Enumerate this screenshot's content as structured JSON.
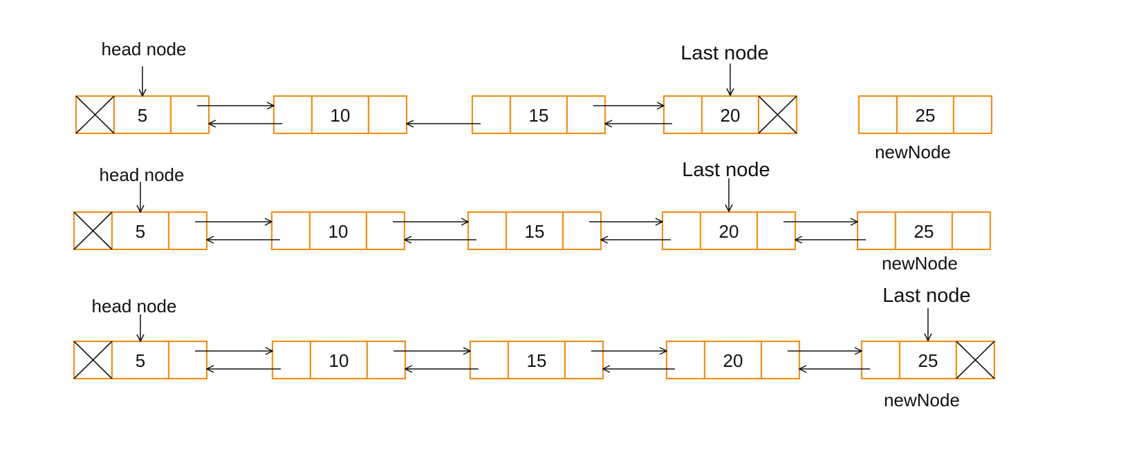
{
  "labels": {
    "head": "head node",
    "last": "Last node",
    "new": "newNode"
  },
  "colors": {
    "cell_border": "#f0901c",
    "line": "#111111",
    "background": "#ffffff"
  },
  "rows": [
    {
      "nodes": [
        {
          "value": "5",
          "prev_null": true
        },
        {
          "value": "10"
        },
        {
          "value": "15"
        },
        {
          "value": "20",
          "next_null": true
        },
        {
          "value": "25"
        }
      ],
      "links": [
        {
          "from": 0,
          "to": 1,
          "next": true,
          "prev": true
        },
        {
          "from": 1,
          "to": 2,
          "next": false,
          "prev": true
        },
        {
          "from": 2,
          "to": 3,
          "next": true,
          "prev": true
        }
      ],
      "head_index": 0,
      "last_index": 3,
      "new_index": 4
    },
    {
      "nodes": [
        {
          "value": "5",
          "prev_null": true
        },
        {
          "value": "10"
        },
        {
          "value": "15"
        },
        {
          "value": "20"
        },
        {
          "value": "25"
        }
      ],
      "links": [
        {
          "from": 0,
          "to": 1,
          "next": true,
          "prev": true
        },
        {
          "from": 1,
          "to": 2,
          "next": true,
          "prev": true
        },
        {
          "from": 2,
          "to": 3,
          "next": true,
          "prev": true
        },
        {
          "from": 3,
          "to": 4,
          "next": true,
          "prev": true
        }
      ],
      "head_index": 0,
      "last_index": 3,
      "new_index": 4
    },
    {
      "nodes": [
        {
          "value": "5",
          "prev_null": true
        },
        {
          "value": "10"
        },
        {
          "value": "15"
        },
        {
          "value": "20"
        },
        {
          "value": "25",
          "next_null": true
        }
      ],
      "links": [
        {
          "from": 0,
          "to": 1,
          "next": true,
          "prev": true
        },
        {
          "from": 1,
          "to": 2,
          "next": true,
          "prev": true
        },
        {
          "from": 2,
          "to": 3,
          "next": true,
          "prev": true
        },
        {
          "from": 3,
          "to": 4,
          "next": true,
          "prev": true
        }
      ],
      "head_index": 0,
      "last_index": 4,
      "new_index": 4
    }
  ]
}
